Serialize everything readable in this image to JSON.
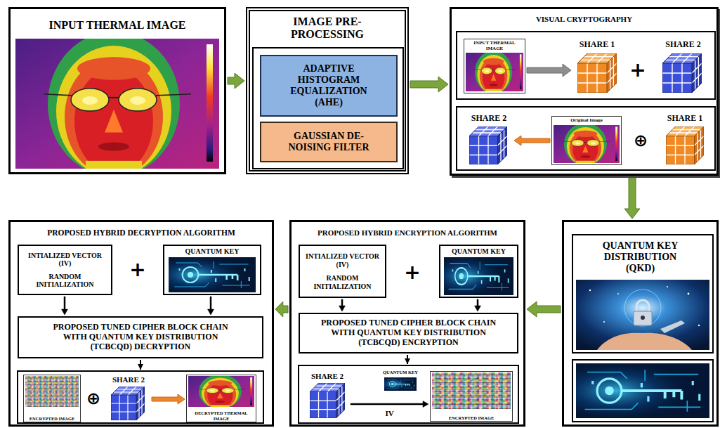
{
  "diagram": {
    "nodes": [
      {
        "text": [
          "INPUT THERMAL IMAGE"
        ]
      },
      {
        "text": [
          "IMAGE PRE-PROCESSING"
        ]
      },
      {
        "text": [
          "ADAPTIVE HISTOGRAM EQUALIZATION (AHE)"
        ],
        "in": 1
      },
      {
        "text": [
          "GAUSSIAN DE-NOISING FILTER"
        ],
        "in": 1
      },
      {
        "text": [
          "VISUAL CRYPTOGRAPHY"
        ]
      },
      {
        "text": [
          "INPUT THERMAL IMAGE"
        ],
        "in": 4
      },
      {
        "text": [
          "SHARE 1"
        ],
        "in": 4
      },
      {
        "text": [
          "SHARE 2"
        ],
        "in": 4
      },
      {
        "text": [
          "SHARE 2"
        ],
        "in": 4
      },
      {
        "text": [
          "Original Image"
        ],
        "in": 4
      },
      {
        "text": [
          "SHARE 1"
        ],
        "in": 4
      },
      {
        "text": [
          "PROPOSED HYBRID DECRYPTION ALGORITHM"
        ]
      },
      {
        "text": [
          "INTIALIZED VECTOR (IV)",
          "RANDOM INITIALIZATION"
        ],
        "in": 11
      },
      {
        "text": [
          "QUANTUM KEY"
        ],
        "in": 11
      },
      {
        "text": [
          "PROPOSED TUNED CIPHER BLOCK CHAIN WITH QUANTUM KEY DISTRIBUTION (TCBCQD) DECRYPTION"
        ],
        "in": 11
      },
      {
        "text": [
          "ENCRYPTED IMAGE"
        ],
        "in": 11
      },
      {
        "text": [
          "SHARE 2"
        ],
        "in": 11
      },
      {
        "text": [
          "DECRYPTED THERMAL IMAGE"
        ],
        "in": 11
      },
      {
        "text": [
          "PROPOSED HYBRID ENCRYPTION ALGORITHM"
        ]
      },
      {
        "text": [
          "INTIALIZED VECTOR (IV)",
          "RANDOM INITIALIZATION"
        ],
        "in": 18
      },
      {
        "text": [
          "QUANTUM KEY"
        ],
        "in": 18
      },
      {
        "text": [
          "PROPOSED TUNED CIPHER BLOCK CHAIN WITH QUANTUM KEY DISTRIBUTION (TCBCQD) ENCRYPTION"
        ],
        "in": 18
      },
      {
        "text": [
          "SHARE 2"
        ],
        "in": 18
      },
      {
        "text": [
          "QUANTUM KEY"
        ],
        "in": 18
      },
      {
        "text": [
          "ENCRYPTED IMAGE"
        ],
        "in": 18
      },
      {
        "text": [
          "QUANTUM KEY DISTRIBUTION (QKD)"
        ]
      }
    ],
    "edges": [
      {
        "from": 0,
        "to": 1,
        "arrow": "to"
      },
      {
        "from": 1,
        "to": 4,
        "arrow": "to"
      },
      {
        "from": 4,
        "to": 25,
        "arrow": "to"
      },
      {
        "from": 25,
        "to": 18,
        "arrow": "to"
      },
      {
        "from": 18,
        "to": 11,
        "arrow": "to"
      },
      {
        "from": 5,
        "to": 6,
        "arrow": "to"
      },
      {
        "from": 9,
        "to": 8,
        "arrow": "to"
      },
      {
        "from": 12,
        "to": 14,
        "arrow": "to"
      },
      {
        "from": 13,
        "to": 14,
        "arrow": "to"
      },
      {
        "from": 19,
        "to": 21,
        "arrow": "to"
      },
      {
        "from": 20,
        "to": 21,
        "arrow": "to"
      },
      {
        "from": 22,
        "to": 24,
        "label": "IV",
        "arrow": "to"
      },
      {
        "from": 16,
        "to": 17,
        "arrow": "to"
      }
    ],
    "labels": [
      "+",
      "⊕",
      "+",
      "⊕",
      "+"
    ]
  }
}
